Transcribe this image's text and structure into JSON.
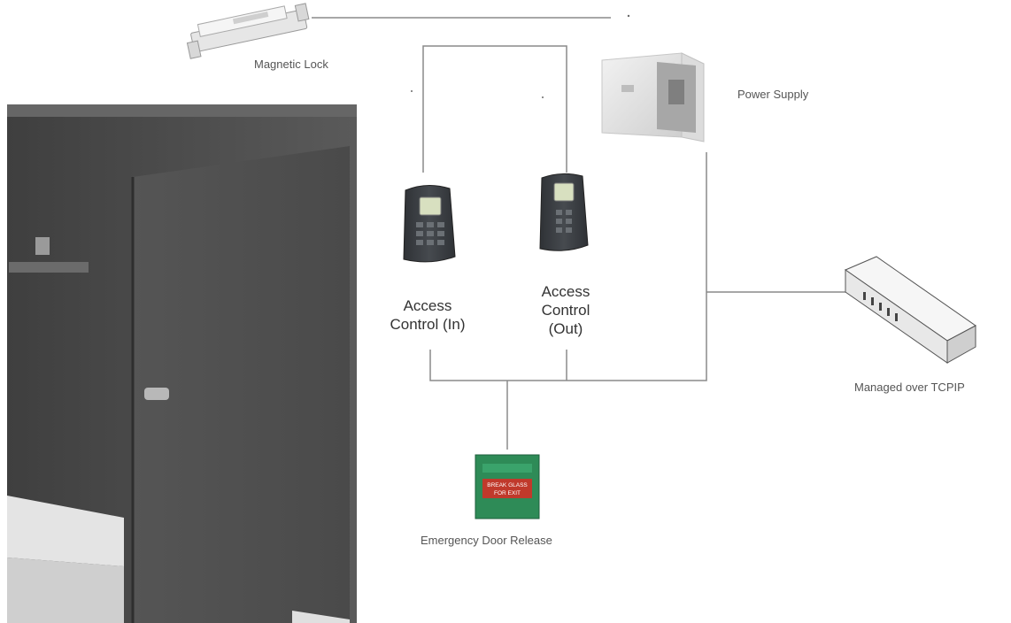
{
  "labels": {
    "magnetic_lock": "Magnetic Lock",
    "power_supply": "Power Supply",
    "access_in": [
      "Access",
      "Control (In)"
    ],
    "access_out": [
      "Access",
      "Control",
      "(Out)"
    ],
    "managed": "Managed over TCPIP",
    "emergency": "Emergency Door Release"
  },
  "release_plate_text": [
    "BREAK GLASS",
    "FOR EXIT"
  ],
  "colors": {
    "wire": "#8a8a8a",
    "door": "#4a4a4a",
    "reader_body": "#3c3f43",
    "reader_screen": "#d8e0c0",
    "release_green": "#2e8b57",
    "release_red": "#c0392b"
  },
  "icons": [
    "magnetic-lock-icon",
    "power-supply-icon",
    "access-reader-icon",
    "network-switch-icon",
    "emergency-release-icon",
    "door-photo"
  ]
}
